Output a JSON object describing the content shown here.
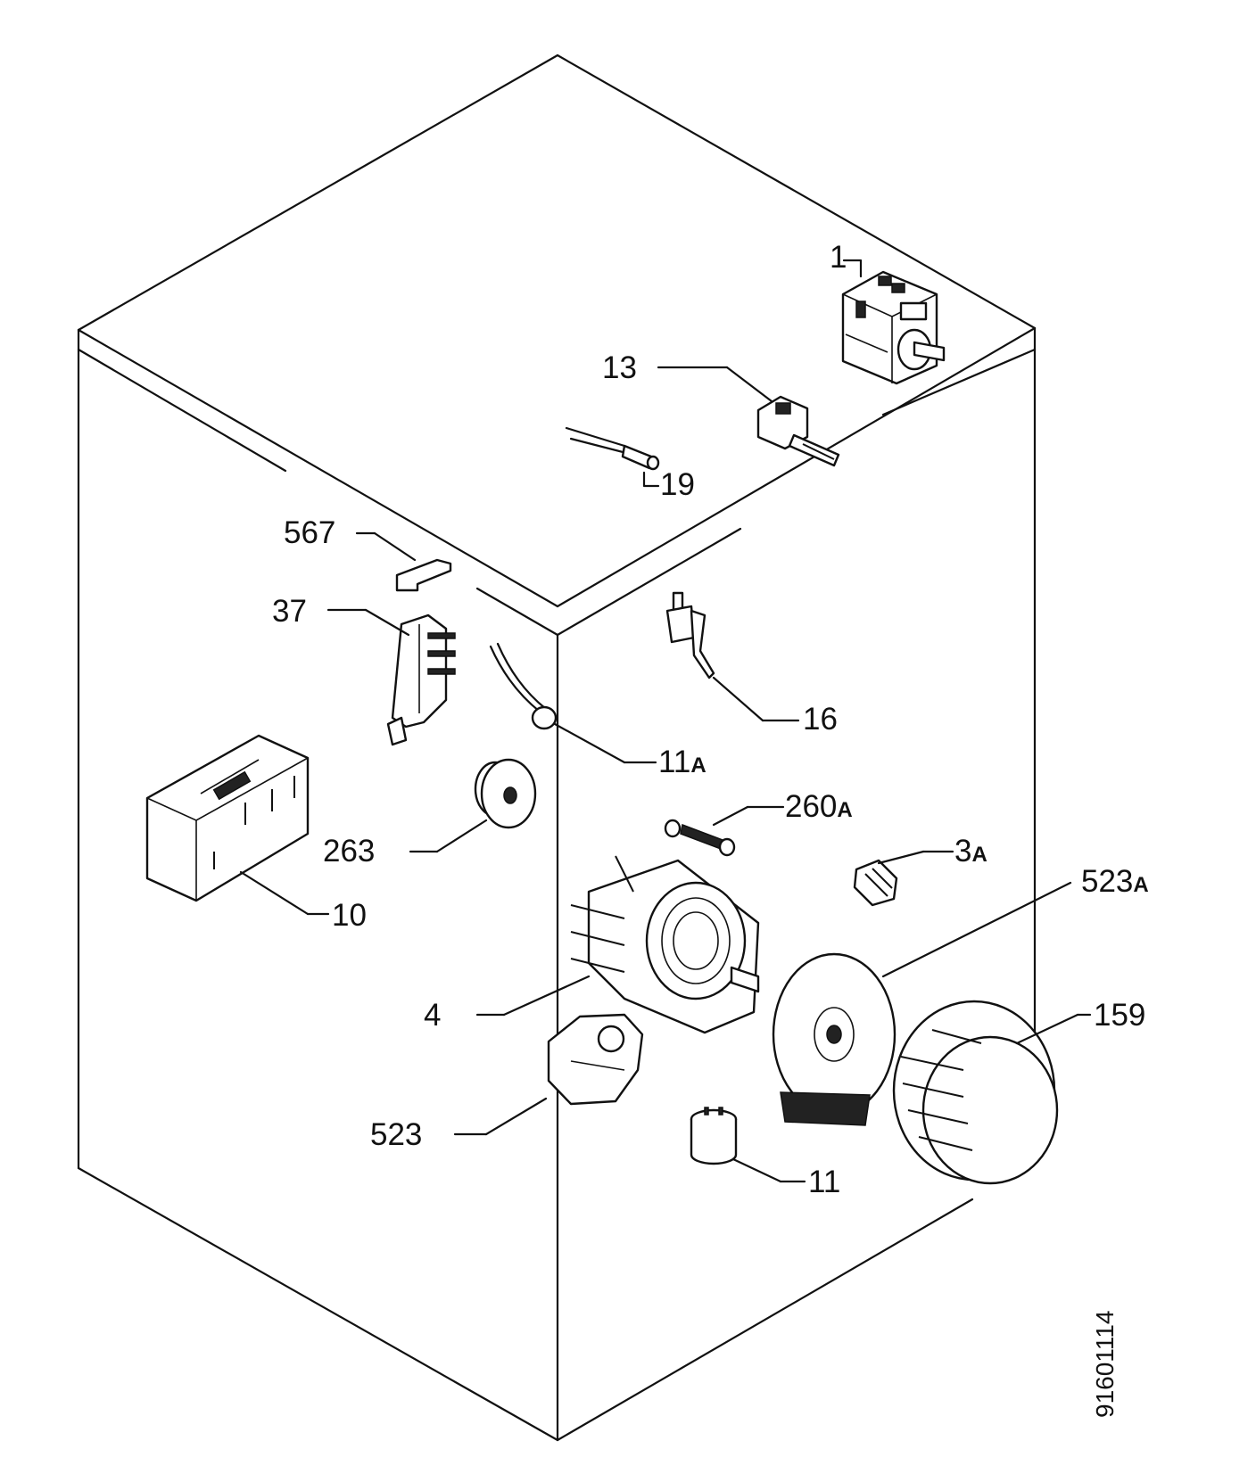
{
  "drawing_number": "91601114",
  "parts": [
    {
      "id": "p1",
      "label": "1"
    },
    {
      "id": "p13",
      "label": "13"
    },
    {
      "id": "p19",
      "label": "19"
    },
    {
      "id": "p567",
      "label": "567"
    },
    {
      "id": "p37",
      "label": "37"
    },
    {
      "id": "p16",
      "label": "16"
    },
    {
      "id": "p11a",
      "label": "11",
      "suffix": "A"
    },
    {
      "id": "p260a",
      "label": "260",
      "suffix": "A"
    },
    {
      "id": "p263",
      "label": "263"
    },
    {
      "id": "p10",
      "label": "10"
    },
    {
      "id": "p3a",
      "label": "3",
      "suffix": "A"
    },
    {
      "id": "p523a",
      "label": "523",
      "suffix": "A"
    },
    {
      "id": "p4",
      "label": "4"
    },
    {
      "id": "p159",
      "label": "159"
    },
    {
      "id": "p523",
      "label": "523"
    },
    {
      "id": "p11",
      "label": "11"
    }
  ]
}
